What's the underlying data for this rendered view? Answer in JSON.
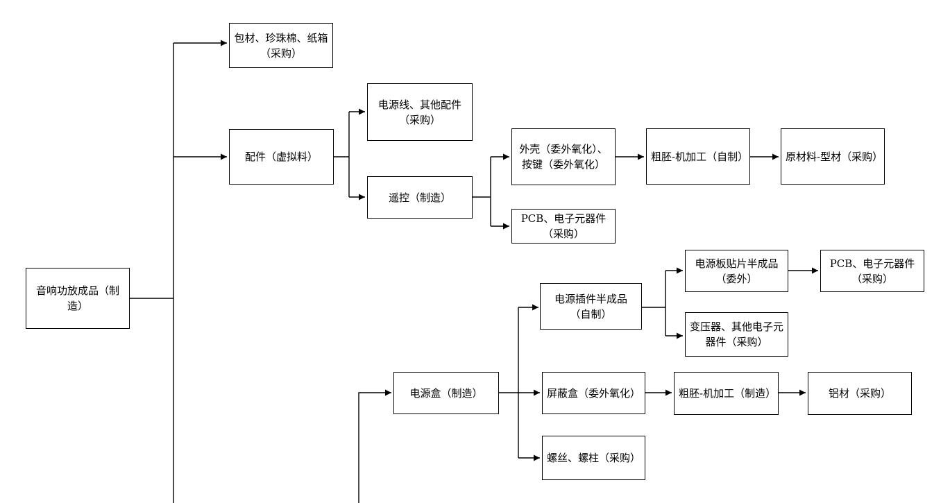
{
  "diagram": {
    "line_color": "#000000",
    "node_border_color": "#000000",
    "nodes": {
      "root": "音响功放成品（制造）",
      "packaging": "包材、珍珠棉、纸箱（采购）",
      "accessories": "配件（虚拟料）",
      "power_cord": "电源线、其他配件（采购）",
      "remote": "遥控（制造）",
      "shell": "外壳（委外氧化）、按键（委外氧化）",
      "rough_blank_1": "粗胚-机加工（自制）",
      "raw_material": "原材料-型材（采购）",
      "pcb_remote": "PCB、电子元器件（采购）",
      "power_smt": "电源板贴片半成品（委外）",
      "pcb_power": "PCB、电子元器件（采购）",
      "power_insert": "电源插件半成品（自制）",
      "transformer": "变压器、其他电子元器件（采购）",
      "power_box": "电源盒（制造）",
      "shield_box": "屏蔽盒（委外氧化）",
      "rough_blank_2": "粗胚-机加工（制造）",
      "aluminum": "铝材（采购）",
      "screws": "螺丝、螺柱（采购）"
    }
  }
}
